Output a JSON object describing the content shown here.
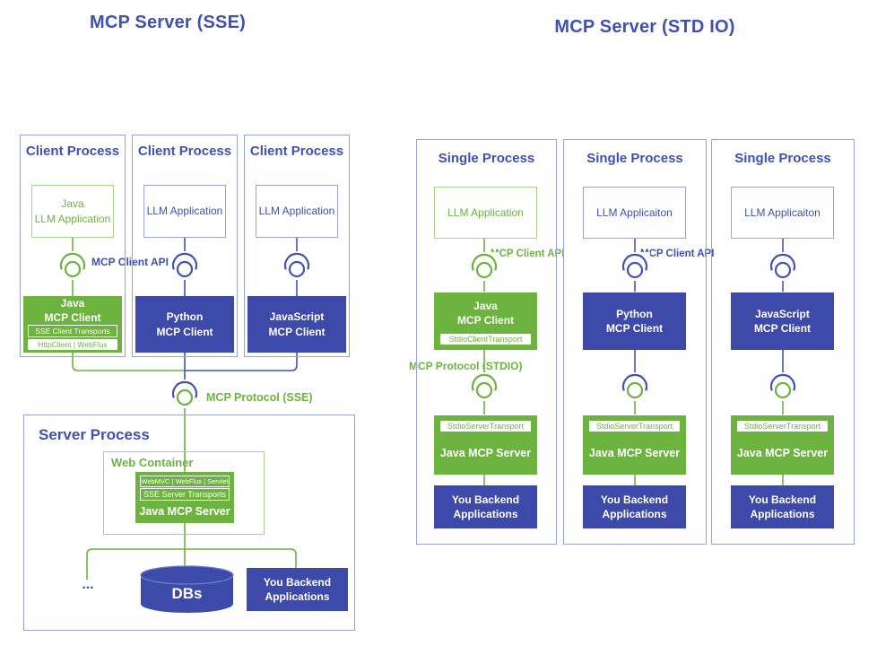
{
  "left": {
    "title": "MCP Server (SSE)",
    "client_api_label": "MCP Client API",
    "protocol_label": "MCP Protocol (SSE)",
    "processes": [
      {
        "title": "Client Process",
        "app": "Java\nLLM Application",
        "client": "Java\nMCP Client",
        "bar1": "SSE Client Transports",
        "bar2": "HttpClient | WebFlux"
      },
      {
        "title": "Client Process",
        "app": "LLM Application",
        "client": "Python\nMCP Client"
      },
      {
        "title": "Client Process",
        "app": "LLM Application",
        "client": "JavaScript\nMCP Client"
      }
    ],
    "server": {
      "title": "Server Process",
      "web_container_title": "Web Container",
      "bar1": "WebMVC | WebFlux | Servlet",
      "bar2": "SSE Server Transports",
      "server_name": "Java MCP Server",
      "ellipsis": "...",
      "db_label": "DBs",
      "backend": "You Backend\nApplications"
    }
  },
  "right": {
    "title": "MCP Server (STD IO)",
    "protocol_label": "MCP Protocol\n(STDIO)",
    "processes": [
      {
        "title": "Single Process",
        "app": "LLM Application",
        "api_label": "MCP Client API",
        "client": "Java\nMCP Client",
        "client_bar": "StdioClientTransport",
        "server_bar": "StdioServerTransport",
        "server": "Java MCP Server",
        "backend": "You Backend\nApplications"
      },
      {
        "title": "Single Process",
        "app": "LLM Applicaiton",
        "api_label": "MCP Client API",
        "client": "Python\nMCP Client",
        "server_bar": "StdioServerTransport",
        "server": "Java MCP Server",
        "backend": "You Backend\nApplications"
      },
      {
        "title": "Single Process",
        "app": "LLM Applicaiton",
        "client": "JavaScript\nMCP Client",
        "server_bar": "StdioServerTransport",
        "server": "Java MCP Server",
        "backend": "You Backend\nApplications"
      }
    ]
  },
  "colors": {
    "green": "#6cb33f",
    "green_border_light": "#a8d38a",
    "indigo_fill": "#3e4aaa",
    "indigo_text": "#3f51b5",
    "indigo_border_light": "#9aa3d8"
  }
}
